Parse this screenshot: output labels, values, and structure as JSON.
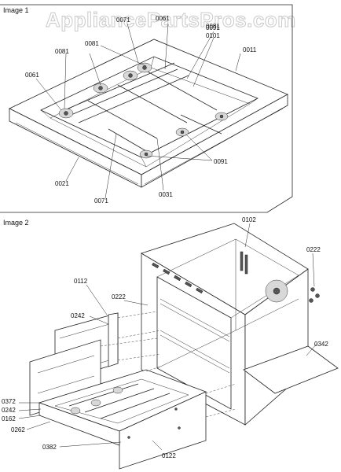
{
  "watermark": "AppliancePartsPros.com",
  "image1": {
    "title": "Image 1",
    "labels": [
      "0071",
      "0061",
      "0081",
      "0091",
      "0101",
      "0081",
      "0011",
      "0081",
      "0061",
      "0091",
      "0021",
      "0071",
      "0031"
    ]
  },
  "image2": {
    "title": "Image 2",
    "labels": [
      "0102",
      "0222",
      "0112",
      "0222",
      "0242",
      "0342",
      "0372",
      "0242",
      "0162",
      "0262",
      "0382",
      "0122"
    ]
  }
}
